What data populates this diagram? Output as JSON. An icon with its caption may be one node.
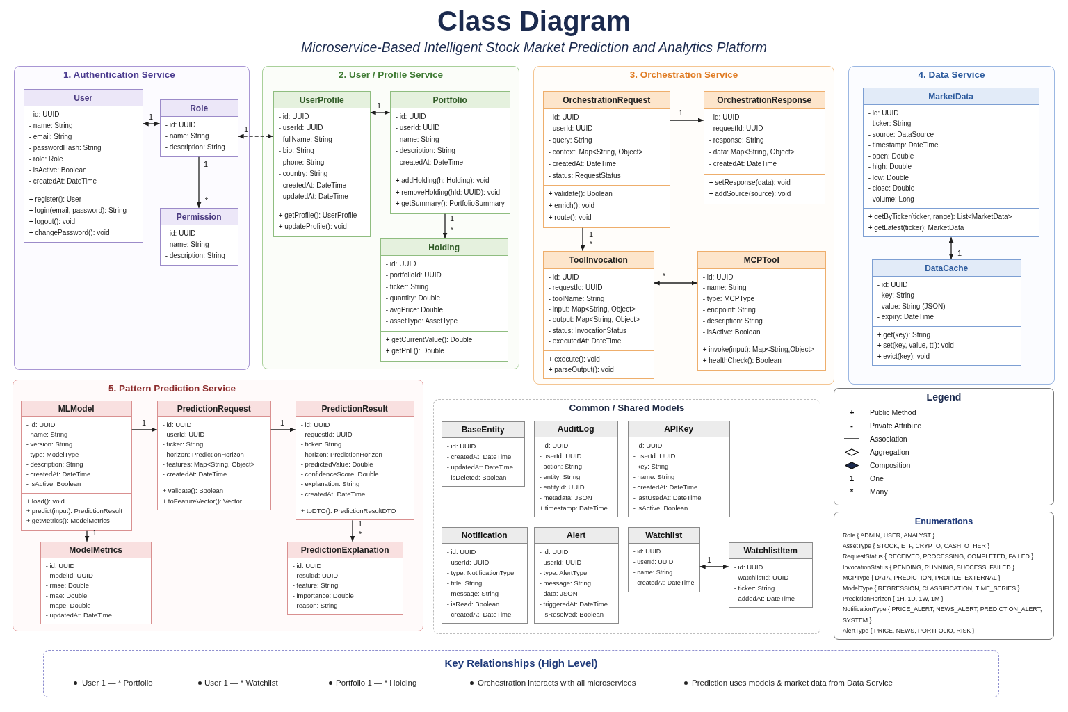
{
  "diagram": {
    "title": "Class Diagram",
    "nodes": [
      {
        "text": [
          "1. Authentication Service"
        ]
      },
      {
        "text": [
          "User",
          "- id: UUID",
          "- name: String",
          "- email: String",
          "- passwordHash: String",
          "- role: Role",
          "- isActive: Boolean",
          "- createdAt: DateTime",
          "+ register(): User",
          "+ login(email, password): String",
          "+ logout(): void",
          "+ changePassword(): void"
        ],
        "in": 0
      },
      {
        "text": [
          "Role",
          "- id: UUID",
          "- name: String",
          "- description: String"
        ],
        "in": 0
      },
      {
        "text": [
          "Permission",
          "- id: UUID",
          "- name: String",
          "- description: String"
        ],
        "in": 0
      },
      {
        "text": [
          "2. User / Profile Service"
        ]
      },
      {
        "text": [
          "UserProfile",
          "- id: UUID",
          "- userId: UUID",
          "- fullName: String",
          "- bio: String",
          "- phone: String",
          "- country: String",
          "- createdAt: DateTime",
          "- updatedAt: DateTime",
          "+ getProfile(): UserProfile",
          "+ updateProfile(): void"
        ],
        "in": 4
      },
      {
        "text": [
          "Portfolio",
          "- id: UUID",
          "- userId: UUID",
          "- name: String",
          "- description: String",
          "- createdAt: DateTime",
          "+ addHolding(h: Holding): void",
          "+ removeHolding(hId: UUID): void",
          "+ getSummary(): PortfolioSummary"
        ],
        "in": 4
      },
      {
        "text": [
          "Holding",
          "- id: UUID",
          "- portfolioId: UUID",
          "- ticker: String",
          "- quantity: Double",
          "- avgPrice: Double",
          "- assetType: AssetType",
          "+ getCurrentValue(): Double",
          "+ getPnL(): Double"
        ],
        "in": 4
      },
      {
        "text": [
          "3. Orchestration Service"
        ]
      },
      {
        "text": [
          "OrchestrationRequest",
          "- id: UUID",
          "- userId: UUID",
          "- query: String",
          "- context: Map<String, Object>",
          "- createdAt: DateTime",
          "- status: RequestStatus",
          "+ validate(): Boolean",
          "+ enrich(): void",
          "+ route(): void"
        ],
        "in": 8
      },
      {
        "text": [
          "OrchestrationResponse",
          "- id: UUID",
          "- requestId: UUID",
          "- response: String",
          "- data: Map<String, Object>",
          "- createdAt: DateTime",
          "+ setResponse(data): void",
          "+ addSource(source): void"
        ],
        "in": 8
      },
      {
        "text": [
          "ToolInvocation",
          "- id: UUID",
          "- requestId: UUID",
          "- toolName: String",
          "- input: Map<String, Object>",
          "- output: Map<String, Object>",
          "- status: InvocationStatus",
          "- executedAt: DateTime",
          "+ execute(): void",
          "+ parseOutput(): void"
        ],
        "in": 8
      },
      {
        "text": [
          "MCPTool",
          "- id: UUID",
          "- name: String",
          "- type: MCPType",
          "- endpoint: String",
          "- description: String",
          "- isActive: Boolean",
          "+ invoke(input): Map<String,Object>",
          "+ healthCheck(): Boolean"
        ],
        "in": 8
      },
      {
        "text": [
          "4. Data Service"
        ]
      },
      {
        "text": [
          "MarketData",
          "- id: UUID",
          "- ticker: String",
          "- source: DataSource",
          "- timestamp: DateTime",
          "- open: Double",
          "- high: Double",
          "- low: Double",
          "- close: Double",
          "- volume: Long",
          "+ getByTicker(ticker, range): List<MarketData>",
          "+ getLatest(ticker): MarketData"
        ],
        "in": 13
      },
      {
        "text": [
          "DataCache",
          "- id: UUID",
          "- key: String",
          "- value: String (JSON)",
          "- expiry: DateTime",
          "+ get(key): String",
          "+ set(key, value, ttl): void",
          "+ evict(key): void"
        ],
        "in": 13
      },
      {
        "text": [
          "5. Pattern Prediction Service"
        ]
      },
      {
        "text": [
          "MLModel",
          "- id: UUID",
          "- name: String",
          "- version: String",
          "- type: ModelType",
          "- description: String",
          "- createdAt: DateTime",
          "- isActive: Boolean",
          "+ load(): void",
          "+ predict(input): PredictionResult",
          "+ getMetrics(): ModelMetrics"
        ],
        "in": 16
      },
      {
        "text": [
          "PredictionRequest",
          "- id: UUID",
          "- userId: UUID",
          "- ticker: String",
          "- horizon: PredictionHorizon",
          "- features: Map<String, Object>",
          "- createdAt: DateTime",
          "+ validate(): Boolean",
          "+ toFeatureVector(): Vector"
        ],
        "in": 16
      },
      {
        "text": [
          "PredictionResult",
          "- id: UUID",
          "- requestId: UUID",
          "- ticker: String",
          "- horizon: PredictionHorizon",
          "- predictedValue: Double",
          "- confidenceScore: Double",
          "- explanation: String",
          "- createdAt: DateTime",
          "+ toDTO(): PredictionResultDTO"
        ],
        "in": 16
      },
      {
        "text": [
          "ModelMetrics",
          "- id: UUID",
          "- modelId: UUID",
          "- rmse: Double",
          "- mae: Double",
          "- mape: Double",
          "- updatedAt: DateTime"
        ],
        "in": 16
      },
      {
        "text": [
          "PredictionExplanation",
          "- id: UUID",
          "- resultId: UUID",
          "- feature: String",
          "- importance: Double",
          "- reason: String"
        ],
        "in": 16
      },
      {
        "text": [
          "Common / Shared Models"
        ]
      },
      {
        "text": [
          "BaseEntity",
          "- id: UUID",
          "- createdAt: DateTime",
          "- updatedAt: DateTime",
          "- isDeleted: Boolean"
        ],
        "in": 22
      },
      {
        "text": [
          "AuditLog",
          "- id: UUID",
          "- userId: UUID",
          "- action: String",
          "- entity: String",
          "- entityId: UUID",
          "- metadata: JSON",
          "+ timestamp: DateTime"
        ],
        "in": 22
      },
      {
        "text": [
          "APIKey",
          "- id: UUID",
          "- userId: UUID",
          "- key: String",
          "- name: String",
          "- createdAt: DateTime",
          "- lastUsedAt: DateTime",
          "- isActive: Boolean"
        ],
        "in": 22
      },
      {
        "text": [
          "Notification",
          "- id: UUID",
          "- userId: UUID",
          "- type: NotificationType",
          "- title: String",
          "- message: String",
          "- isRead: Boolean",
          "- createdAt: DateTime"
        ],
        "in": 22
      },
      {
        "text": [
          "Alert",
          "- id: UUID",
          "- userId: UUID",
          "- type: AlertType",
          "- message: String",
          "- data: JSON",
          "- triggeredAt: DateTime",
          "- isResolved: Boolean"
        ],
        "in": 22
      },
      {
        "text": [
          "Watchlist",
          "- id: UUID",
          "- userId: UUID",
          "- name: String",
          "- createdAt: DateTime"
        ],
        "in": 22
      },
      {
        "text": [
          "WatchlistItem",
          "- id: UUID",
          "- watchlistId: UUID",
          "- ticker: String",
          "- addedAt: DateTime"
        ],
        "in": 22
      },
      {
        "text": [
          "Legend"
        ]
      },
      {
        "text": [
          "Enumerations",
          "Role { ADMIN, USER, ANALYST }",
          "AssetType { STOCK, ETF, CRYPTO, CASH, OTHER }",
          "RequestStatus { RECEIVED, PROCESSING, COMPLETED, FAILED }",
          "InvocationStatus { PENDING, RUNNING, SUCCESS, FAILED }",
          "MCPType { DATA, PREDICTION, PROFILE, EXTERNAL }",
          "ModelType { REGRESSION, CLASSIFICATION, TIME_SERIES }",
          "PredictionHorizon { 1H, 1D, 1W, 1M }",
          "NotificationType { PRICE_ALERT, NEWS_ALERT, PREDICTION_ALERT, SYSTEM }",
          "AlertType { PRICE, NEWS, PORTFOLIO, RISK }"
        ]
      },
      {
        "text": [
          "Key Relationships (High Level)",
          "User 1 — * Portfolio",
          "User 1 — * Watchlist",
          "Portfolio 1 — * Holding",
          "Orchestration interacts with all microservices",
          "Prediction uses models & market data from Data Service"
        ]
      }
    ],
    "edges": [
      {
        "from": 1,
        "to": 2,
        "arrow": "both"
      },
      {
        "from": 2,
        "to": 5,
        "arrow": "both",
        "style": "dashed"
      },
      {
        "from": 2,
        "to": 3,
        "arrow": "to"
      },
      {
        "from": 5,
        "to": 6,
        "arrow": "both"
      },
      {
        "from": 6,
        "to": 7,
        "arrow": "to"
      },
      {
        "from": 9,
        "to": 10,
        "arrow": "to"
      },
      {
        "from": 9,
        "to": 11,
        "arrow": "to"
      },
      {
        "from": 11,
        "to": 12,
        "arrow": "both"
      },
      {
        "from": 14,
        "to": 15,
        "arrow": "both"
      },
      {
        "from": 17,
        "to": 18,
        "arrow": "to"
      },
      {
        "from": 18,
        "to": 19,
        "arrow": "to"
      },
      {
        "from": 17,
        "to": 20,
        "arrow": "to"
      },
      {
        "from": 19,
        "to": 21,
        "arrow": "to"
      },
      {
        "from": 28,
        "to": 29,
        "arrow": "both"
      }
    ],
    "labels": [
      "Microservice-Based Intelligent Stock Market Prediction and Analytics Platform",
      "1",
      "1",
      "1",
      "*",
      "1",
      "1",
      "*",
      "1",
      "1",
      "*",
      "*",
      "1",
      "1",
      "1",
      "1",
      "1",
      "*",
      "1",
      "+",
      "-",
      "1",
      "*"
    ],
    "legend": [
      {
        "text": "Public Method"
      },
      {
        "text": "Private Attribute"
      },
      {
        "text": "Association"
      },
      {
        "text": "Aggregation"
      },
      {
        "text": "Composition"
      },
      {
        "text": "One"
      },
      {
        "text": "Many"
      }
    ]
  }
}
